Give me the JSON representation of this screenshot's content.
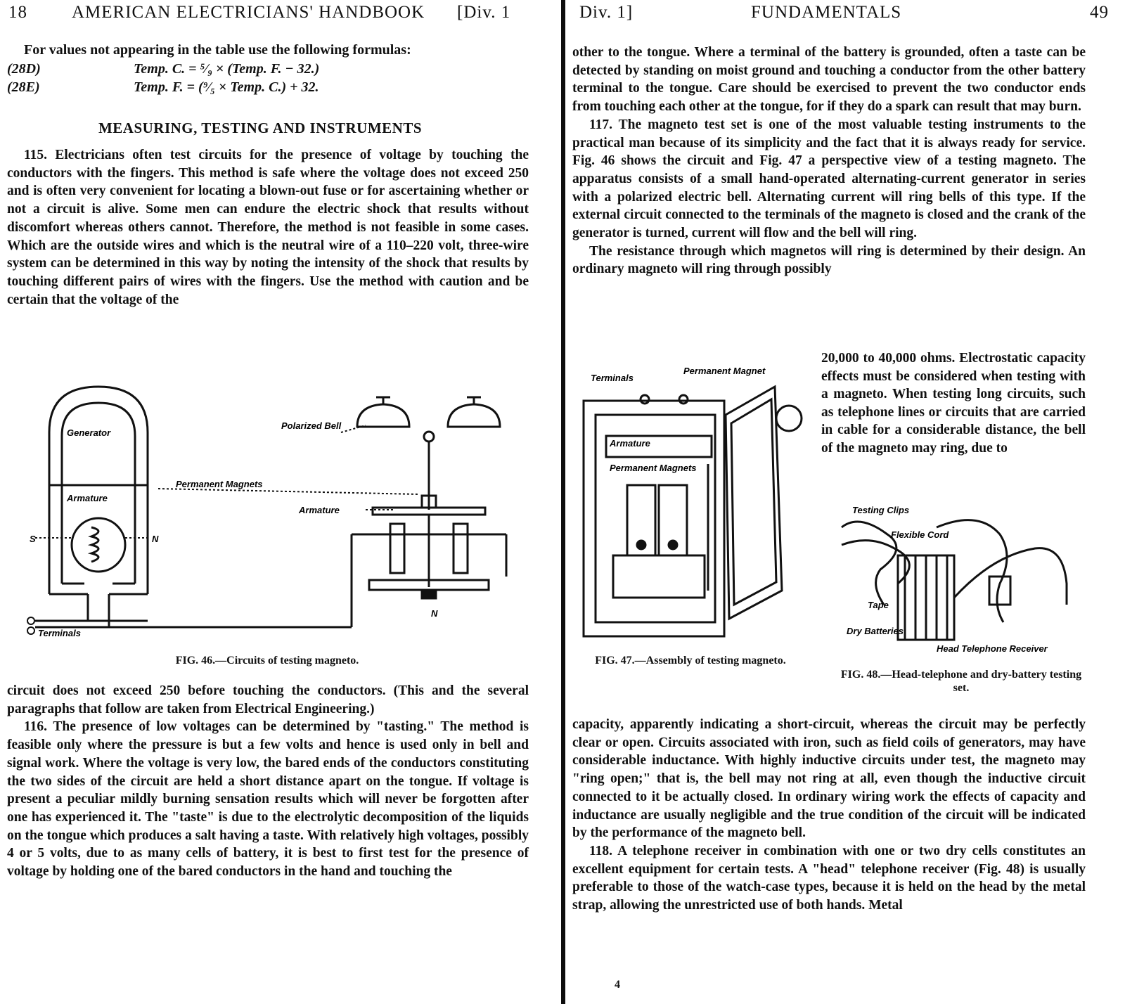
{
  "left_page": {
    "header": {
      "page_number": "18",
      "title": "AMERICAN ELECTRICIANS' HANDBOOK",
      "division": "[Div. 1"
    },
    "formulas": {
      "intro": "For values not appearing in the table use the following formulas:",
      "rows": [
        {
          "number": "(28D)",
          "equation": "Temp. C. = ⁵⁄₉ × (Temp. F. − 32.)"
        },
        {
          "number": "(28E)",
          "equation": "Temp. F. = (⁹⁄₅ × Temp. C.) + 32."
        }
      ]
    },
    "section_heading": "MEASURING, TESTING AND INSTRUMENTS",
    "para_115": "115. Electricians often test circuits for the presence of voltage by touching the conductors with the fingers. This method is safe where the voltage does not exceed 250 and is often very convenient for locating a blown-out fuse or for ascertaining whether or not a circuit is alive. Some men can endure the electric shock that results without discomfort whereas others cannot. Therefore, the method is not feasible in some cases. Which are the outside wires and which is the neutral wire of a 110–220 volt, three-wire system can be determined in this way by noting the intensity of the shock that results by touching different pairs of wires with the fingers. Use the method with caution and be certain that the voltage of the",
    "figure_46": {
      "labels": {
        "generator": "Generator",
        "armature_left": "Armature",
        "permanent_magnets": "Permanent Magnets",
        "polarized_bell": "Polarized Bell",
        "armature_right": "Armature",
        "s": "S",
        "n_left": "N",
        "n_bottom": "N",
        "terminals": "Terminals"
      },
      "caption": "FIG. 46.—Circuits of testing magneto."
    },
    "para_115_cont": "circuit does not exceed 250 before touching the conductors. (This and the several paragraphs that follow are taken from Electrical Engineering.)",
    "para_116": "116. The presence of low voltages can be determined by \"tasting.\" The method is feasible only where the pressure is but a few volts and hence is used only in bell and signal work. Where the voltage is very low, the bared ends of the conductors constituting the two sides of the circuit are held a short distance apart on the tongue. If voltage is present a peculiar mildly burning sensation results which will never be forgotten after one has experienced it. The \"taste\" is due to the electrolytic decomposition of the liquids on the tongue which produces a salt having a taste. With relatively high voltages, possibly 4 or 5 volts, due to as many cells of battery, it is best to first test for the presence of voltage by holding one of the bared conductors in the hand and touching the"
  },
  "right_page": {
    "header": {
      "division": "Div. 1]",
      "title": "FUNDAMENTALS",
      "page_number": "49"
    },
    "para_116_cont": "other to the tongue. Where a terminal of the battery is grounded, often a taste can be detected by standing on moist ground and touching a conductor from the other battery terminal to the tongue. Care should be exercised to prevent the two conductor ends from touching each other at the tongue, for if they do a spark can result that may burn.",
    "para_117": "117. The magneto test set is one of the most valuable testing instruments to the practical man because of its simplicity and the fact that it is always ready for service. Fig. 46 shows the circuit and Fig. 47 a perspective view of a testing magneto. The apparatus consists of a small hand-operated alternating-current generator in series with a polarized electric bell. Alternating current will ring bells of this type. If the external circuit connected to the terminals of the magneto is closed and the crank of the generator is turned, current will flow and the bell will ring.",
    "para_resistance": "The resistance through which magnetos will ring is determined by their design. An ordinary magneto will ring through possibly",
    "para_side": "20,000 to 40,000 ohms. Electrostatic capacity effects must be considered when testing with a magneto. When testing long circuits, such as telephone lines or circuits that are carried in cable for a considerable distance, the bell of the magneto may ring, due to",
    "figure_47": {
      "labels": {
        "terminals": "Terminals",
        "permanent_magnet": "Permanent Magnet",
        "armature": "Armature",
        "permanent_magnets": "Permanent Magnets"
      },
      "caption": "FIG. 47.—Assembly of testing magneto."
    },
    "figure_48": {
      "labels": {
        "testing_clips": "Testing Clips",
        "flexible_cord": "Flexible Cord",
        "tape": "Tape",
        "dry_batteries": "Dry Batteries",
        "head_telephone_receiver": "Head Telephone Receiver"
      },
      "caption": "FIG. 48.—Head-telephone and dry-battery testing set."
    },
    "para_capacity": "capacity, apparently indicating a short-circuit, whereas the circuit may be perfectly clear or open. Circuits associated with iron, such as field coils of generators, may have considerable inductance. With highly inductive circuits under test, the magneto may \"ring open;\" that is, the bell may not ring at all, even though the inductive circuit connected to it be actually closed. In ordinary wiring work the effects of capacity and inductance are usually negligible and the true condition of the circuit will be indicated by the performance of the magneto bell.",
    "para_118": "118. A telephone receiver in combination with one or two dry cells constitutes an excellent equipment for certain tests. A \"head\" telephone receiver (Fig. 48) is usually preferable to those of the watch-case types, because it is held on the head by the metal strap, allowing the unrestricted use of both hands. Metal",
    "footer_signature": "4"
  }
}
